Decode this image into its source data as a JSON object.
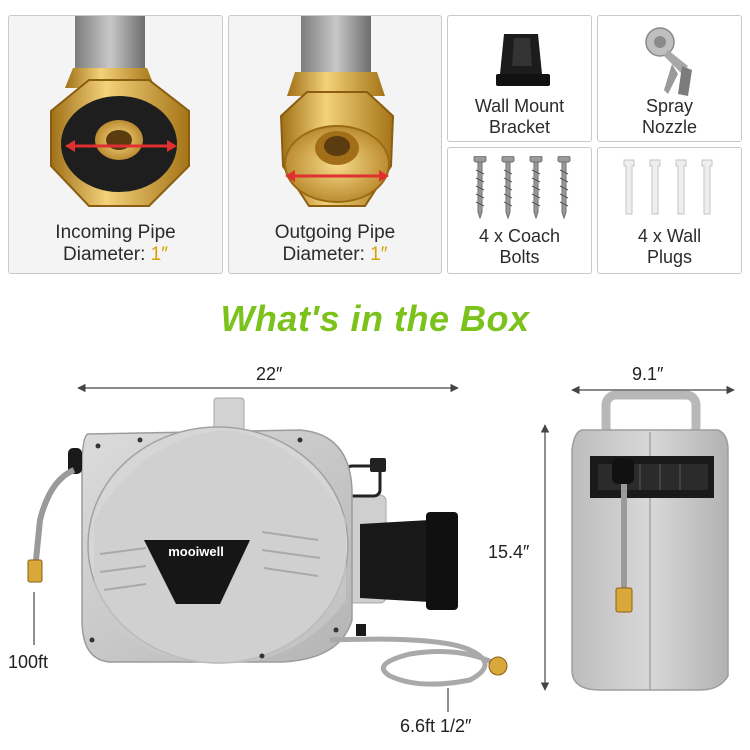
{
  "box_items": [
    {
      "line1": "Incoming Pipe",
      "line2_prefix": "Diameter: ",
      "line2_value": "1″"
    },
    {
      "line1": "Outgoing Pipe",
      "line2_prefix": "Diameter: ",
      "line2_value": "1″"
    },
    {
      "line1": "Wall Mount",
      "line2": "Bracket"
    },
    {
      "line1": "Spray",
      "line2": "Nozzle"
    },
    {
      "line1": "4 x Coach",
      "line2": "Bolts"
    },
    {
      "line1": "4 x Wall",
      "line2": "Plugs"
    }
  ],
  "heading": "What's in the Box",
  "brand": "mooiwell",
  "dimensions": {
    "width": "22″",
    "depth": "9.1″",
    "height": "15.4″",
    "hose_length": "100ft",
    "lead_hose": "6.6ft 1/2″"
  },
  "colors": {
    "heading": "#7cc21c",
    "highlight": "#d5a300",
    "reel_grey": "#c9c9c9",
    "brass": "#d8a83a"
  }
}
